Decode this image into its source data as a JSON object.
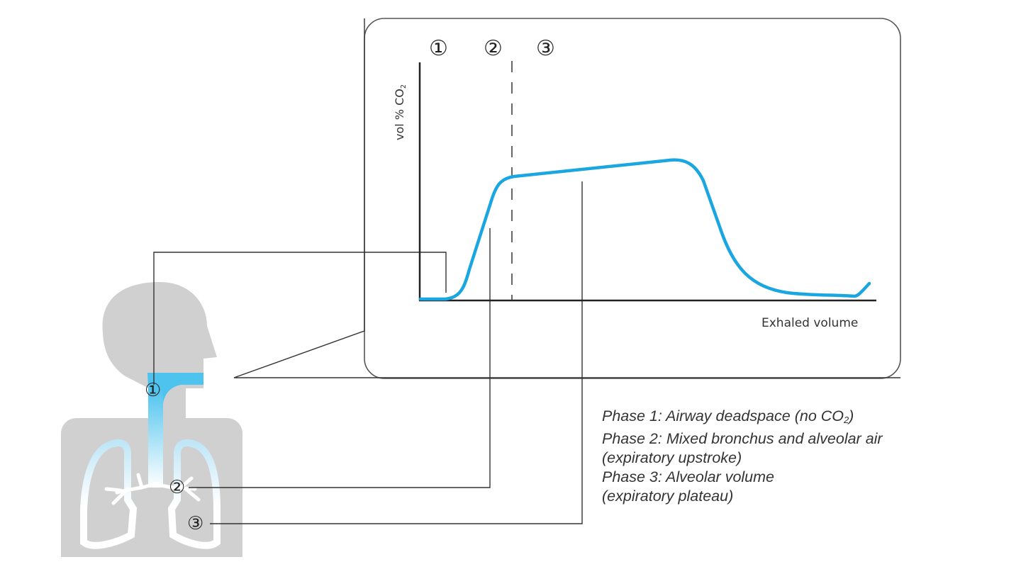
{
  "diagram": {
    "phase_markers": [
      "①",
      "②",
      "③"
    ],
    "y_axis_label": "vol % CO",
    "y_axis_subscript": "2",
    "x_axis_label": "Exhaled volume",
    "body_markers": [
      "①",
      "②",
      "③"
    ],
    "legend": [
      {
        "text": "Phase 1: Airway deadspace (no CO",
        "sub": "2",
        "suffix": ")"
      },
      {
        "text": "Phase 2: Mixed bronchus and alveolar air"
      },
      {
        "text": "(expiratory upstroke)"
      },
      {
        "text": "Phase 3: Alveolar volume"
      },
      {
        "text": "(expiratory plateau)"
      }
    ],
    "colors": {
      "curve": "#1aa6e0",
      "airway": "#4dc3ee",
      "body": "#d0d0d1",
      "lines": "#333333",
      "frame": "#555555"
    }
  },
  "chart_data": {
    "type": "line",
    "title": "Capnogram (CO2 vs exhaled volume)",
    "xlabel": "Exhaled volume",
    "ylabel": "vol % CO2",
    "x": [
      0,
      5,
      8,
      12,
      16,
      20,
      30,
      40,
      50,
      55,
      60,
      70,
      80,
      90,
      95,
      100
    ],
    "values": [
      0,
      0,
      5,
      45,
      85,
      90,
      93,
      96,
      98,
      92,
      55,
      15,
      3,
      1,
      1,
      8
    ],
    "phases": [
      {
        "label": "1",
        "name": "Airway deadspace (no CO2)",
        "x_range": [
          0,
          8
        ]
      },
      {
        "label": "2",
        "name": "Mixed bronchus and alveolar air (expiratory upstroke)",
        "x_range": [
          8,
          20
        ]
      },
      {
        "label": "3",
        "name": "Alveolar volume (expiratory plateau)",
        "x_range": [
          20,
          55
        ]
      }
    ],
    "grid": false,
    "legend_position": "bottom-right"
  }
}
